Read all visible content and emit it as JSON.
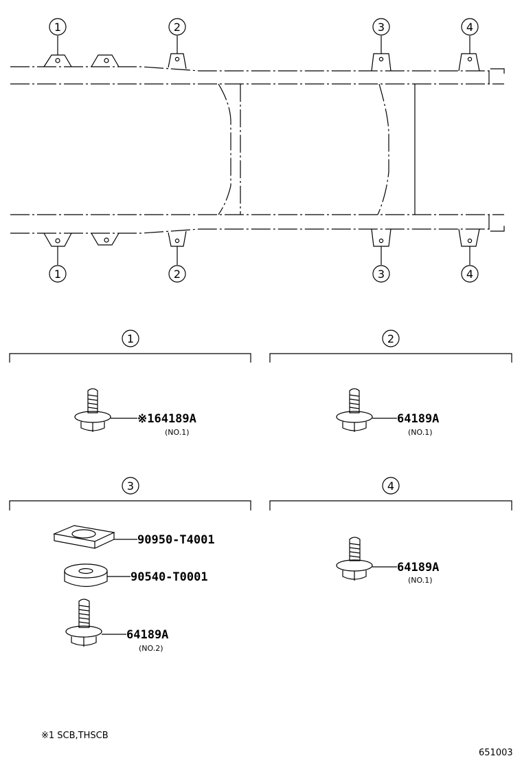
{
  "callouts": {
    "c1": "①",
    "c2": "②",
    "c3": "③",
    "c4": "④"
  },
  "parts": {
    "p1_number": "※164189A",
    "p1_sub": "(NO.1)",
    "p2_number": "64189A",
    "p2_sub": "(NO.1)",
    "p3_washer": "90950-T4001",
    "p3_cushion": "90540-T0001",
    "p3_bolt": "64189A",
    "p3_bolt_sub": "(NO.2)",
    "p4_number": "64189A",
    "p4_sub": "(NO.1)"
  },
  "footnote": "※1 SCB,THSCB",
  "figure_number": "651003"
}
